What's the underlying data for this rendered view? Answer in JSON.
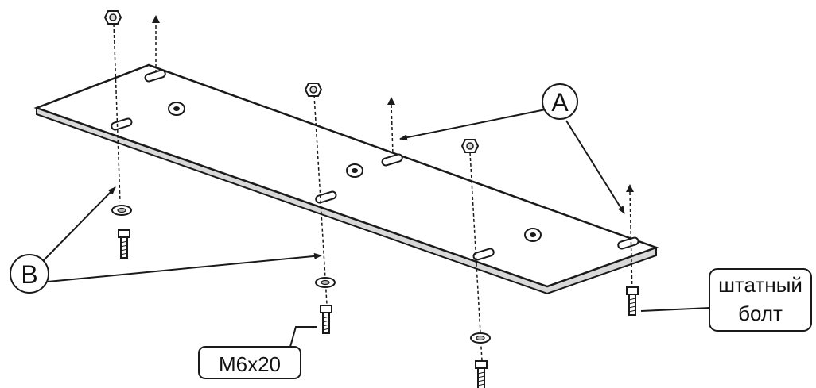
{
  "callouts": {
    "a": "A",
    "b": "B"
  },
  "labels": {
    "bolt_spec": "M6x20",
    "stock_bolt_line1": "штатный",
    "stock_bolt_line2": "болт"
  },
  "colors": {
    "line": "#1a1a1a",
    "plate_fill": "#ffffff",
    "part_fill": "#e6e6e6",
    "background": "#ffffff"
  }
}
